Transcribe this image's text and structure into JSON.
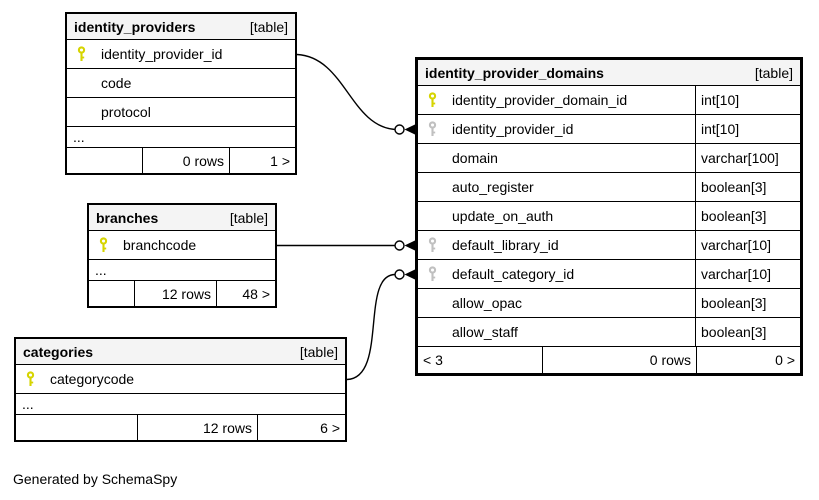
{
  "diagram": {
    "generator_note": "Generated by SchemaSpy"
  },
  "colors": {
    "header_bg": "#f4f4f4",
    "border": "#000000",
    "primary_key": "#d6d400",
    "foreign_key": "#c0c0c0"
  },
  "tables": [
    {
      "id": "identity_providers",
      "title": "identity_providers",
      "tag": "[table]",
      "emphasized": false,
      "columns": [
        {
          "name": "identity_provider_id",
          "key": "primary"
        },
        {
          "name": "code"
        },
        {
          "name": "protocol"
        }
      ],
      "ellipsis": "...",
      "footer": {
        "prev": "",
        "rows": "0 rows",
        "next": "1 >"
      }
    },
    {
      "id": "branches",
      "title": "branches",
      "tag": "[table]",
      "emphasized": false,
      "columns": [
        {
          "name": "branchcode",
          "key": "primary"
        }
      ],
      "ellipsis": "...",
      "footer": {
        "prev": "",
        "rows": "12 rows",
        "next": "48 >"
      }
    },
    {
      "id": "categories",
      "title": "categories",
      "tag": "[table]",
      "emphasized": false,
      "columns": [
        {
          "name": "categorycode",
          "key": "primary"
        }
      ],
      "ellipsis": "...",
      "footer": {
        "prev": "",
        "rows": "12 rows",
        "next": "6 >"
      }
    },
    {
      "id": "identity_provider_domains",
      "title": "identity_provider_domains",
      "tag": "[table]",
      "emphasized": true,
      "columns": [
        {
          "name": "identity_provider_domain_id",
          "key": "primary",
          "type": "int[10]"
        },
        {
          "name": "identity_provider_id",
          "key": "foreign",
          "type": "int[10]"
        },
        {
          "name": "domain",
          "type": "varchar[100]"
        },
        {
          "name": "auto_register",
          "type": "boolean[3]"
        },
        {
          "name": "update_on_auth",
          "type": "boolean[3]"
        },
        {
          "name": "default_library_id",
          "key": "foreign",
          "type": "varchar[10]"
        },
        {
          "name": "default_category_id",
          "key": "foreign",
          "type": "varchar[10]"
        },
        {
          "name": "allow_opac",
          "type": "boolean[3]"
        },
        {
          "name": "allow_staff",
          "type": "boolean[3]"
        }
      ],
      "footer": {
        "prev": "< 3",
        "rows": "0 rows",
        "next": "0 >"
      }
    }
  ],
  "relationships": [
    {
      "from_table": "identity_providers",
      "from_column": "identity_provider_id",
      "to_table": "identity_provider_domains",
      "to_column": "identity_provider_id"
    },
    {
      "from_table": "branches",
      "from_column": "branchcode",
      "to_table": "identity_provider_domains",
      "to_column": "default_library_id"
    },
    {
      "from_table": "categories",
      "from_column": "categorycode",
      "to_table": "identity_provider_domains",
      "to_column": "default_category_id"
    }
  ]
}
